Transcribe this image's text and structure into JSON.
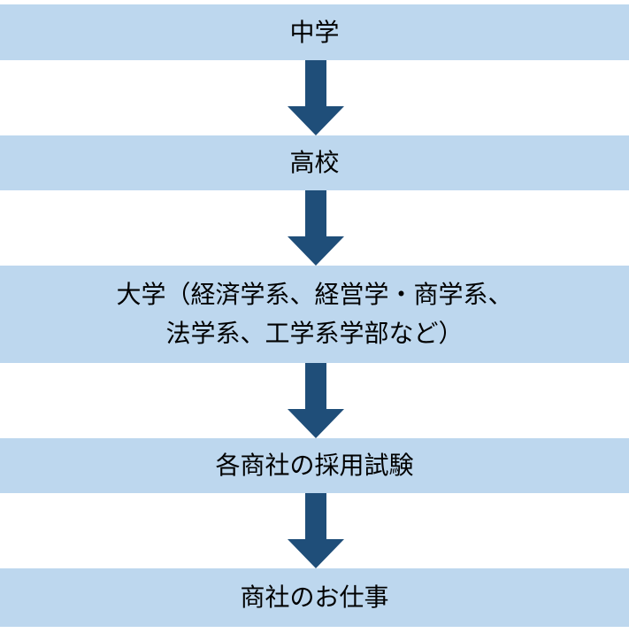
{
  "flow": {
    "steps": [
      {
        "lines": [
          "中学"
        ]
      },
      {
        "lines": [
          "高校"
        ]
      },
      {
        "lines": [
          "大学（経済学系、経営学・商学系、",
          "法学系、工学系学部など）"
        ]
      },
      {
        "lines": [
          "各商社の採用試験"
        ]
      },
      {
        "lines": [
          "商社のお仕事"
        ]
      }
    ],
    "colors": {
      "box_fill": "#bdd7ee",
      "arrow_fill": "#1f4e79",
      "text": "#000000"
    }
  }
}
